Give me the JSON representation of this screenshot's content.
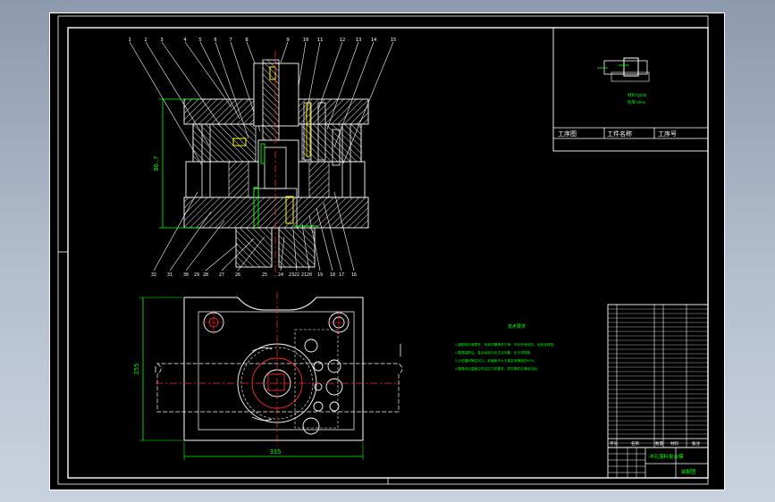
{
  "drawing": {
    "part_labels_top": [
      "1",
      "2",
      "3",
      "4",
      "5",
      "6",
      "7",
      "8",
      "9",
      "10",
      "11",
      "12",
      "13",
      "14",
      "15"
    ],
    "part_labels_bottom": [
      "32",
      "31",
      "30",
      "29",
      "28",
      "27",
      "26",
      "25",
      "24",
      "23",
      "22",
      "21",
      "20",
      "19",
      "18",
      "17",
      "16"
    ],
    "dim_height": "86.7",
    "dim_plan_height": "255",
    "dim_plan_width": "335"
  },
  "process_block": {
    "headers": [
      "工序图",
      "工件名称",
      "工序号"
    ],
    "note_line1": "材料 Q235",
    "note_line2": "料厚 3mm"
  },
  "tech_requirements": {
    "title": "技术要求",
    "lines": [
      "1.装配前所有零件、标准件需清洗干净，不允许有划伤、毛刺及锈蚀。",
      "2.模具装配后，各活动部分应灵活可靠，无卡滞现象。",
      "3.凸凹模间隙应均匀，其偏差不大于规定间隙值的10%。",
      "4.模具闭合高度应符合压力机要求，导向零件应滑动自如。"
    ]
  },
  "title_block": {
    "drawing_title": "冲孔落料复合模",
    "drawing_number": "装配图",
    "column_headers": [
      "序号",
      "名称",
      "数量",
      "材料",
      "备注"
    ]
  },
  "colors": {
    "frame": "#ffffff",
    "outline": "#ffffff",
    "hatch": "#ffffff",
    "centerline": "#ff2b2b",
    "dimension": "#00ff00",
    "hidden": "#ffff00"
  }
}
